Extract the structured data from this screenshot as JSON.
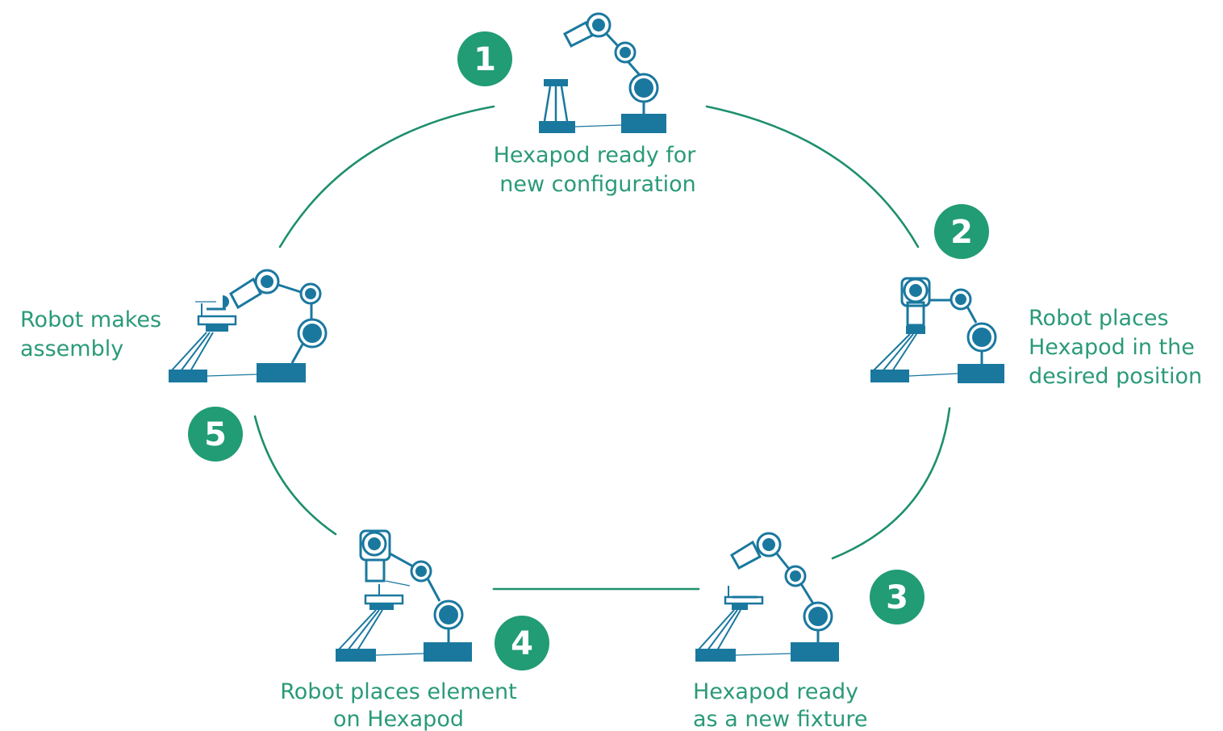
{
  "colors": {
    "accent_green": "#219c75",
    "caption_green": "#2a9a78",
    "robot_blue": "#1a789f",
    "badge_text": "#ffffff"
  },
  "steps": [
    {
      "number": "1",
      "caption_lines": [
        "Hexapod ready for",
        "new configuration"
      ]
    },
    {
      "number": "2",
      "caption_lines": [
        "Robot places",
        "Hexapod in the",
        "desired position"
      ]
    },
    {
      "number": "3",
      "caption_lines": [
        "Hexapod ready",
        "as a new fixture"
      ]
    },
    {
      "number": "4",
      "caption_lines": [
        "Robot places element",
        "on Hexapod"
      ]
    },
    {
      "number": "5",
      "caption_lines": [
        "Robot makes",
        "assembly"
      ]
    }
  ],
  "icons": [
    "robot-arm-with-tripod-icon",
    "robot-arm-holding-hexapod-icon",
    "robot-arm-with-fixture-icon",
    "robot-arm-placing-element-icon",
    "robot-arm-assembly-icon"
  ]
}
